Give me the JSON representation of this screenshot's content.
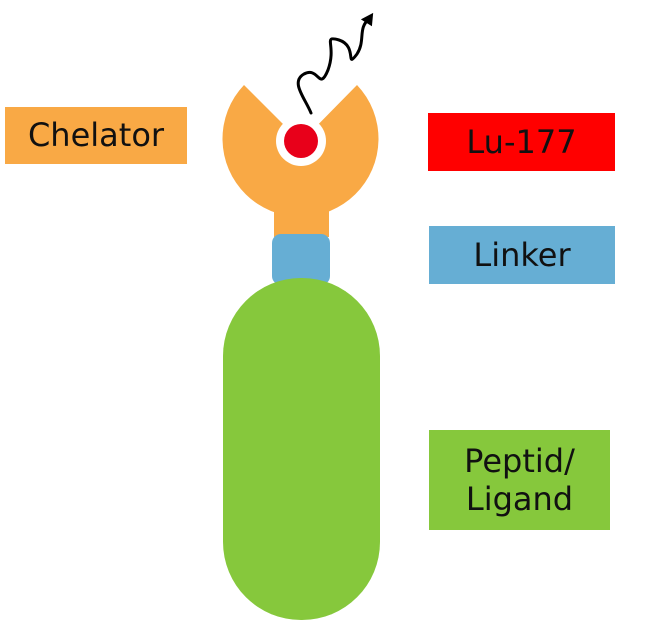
{
  "labels": {
    "chelator": "Chelator",
    "radionuclide": "Lu-177",
    "linker": "Linker",
    "peptide_line1": "Peptid/",
    "peptide_line2": "Ligand"
  },
  "colors": {
    "chelator": "#F9A945",
    "radionuclide": "#FF0000",
    "radionuclide_dot": "#E8001A",
    "linker": "#66AED4",
    "peptide": "#86C83C",
    "text": "#111111",
    "radiation_wave": "#000000"
  },
  "icons": {
    "radiation": "radiation-wave-arrow-icon"
  }
}
